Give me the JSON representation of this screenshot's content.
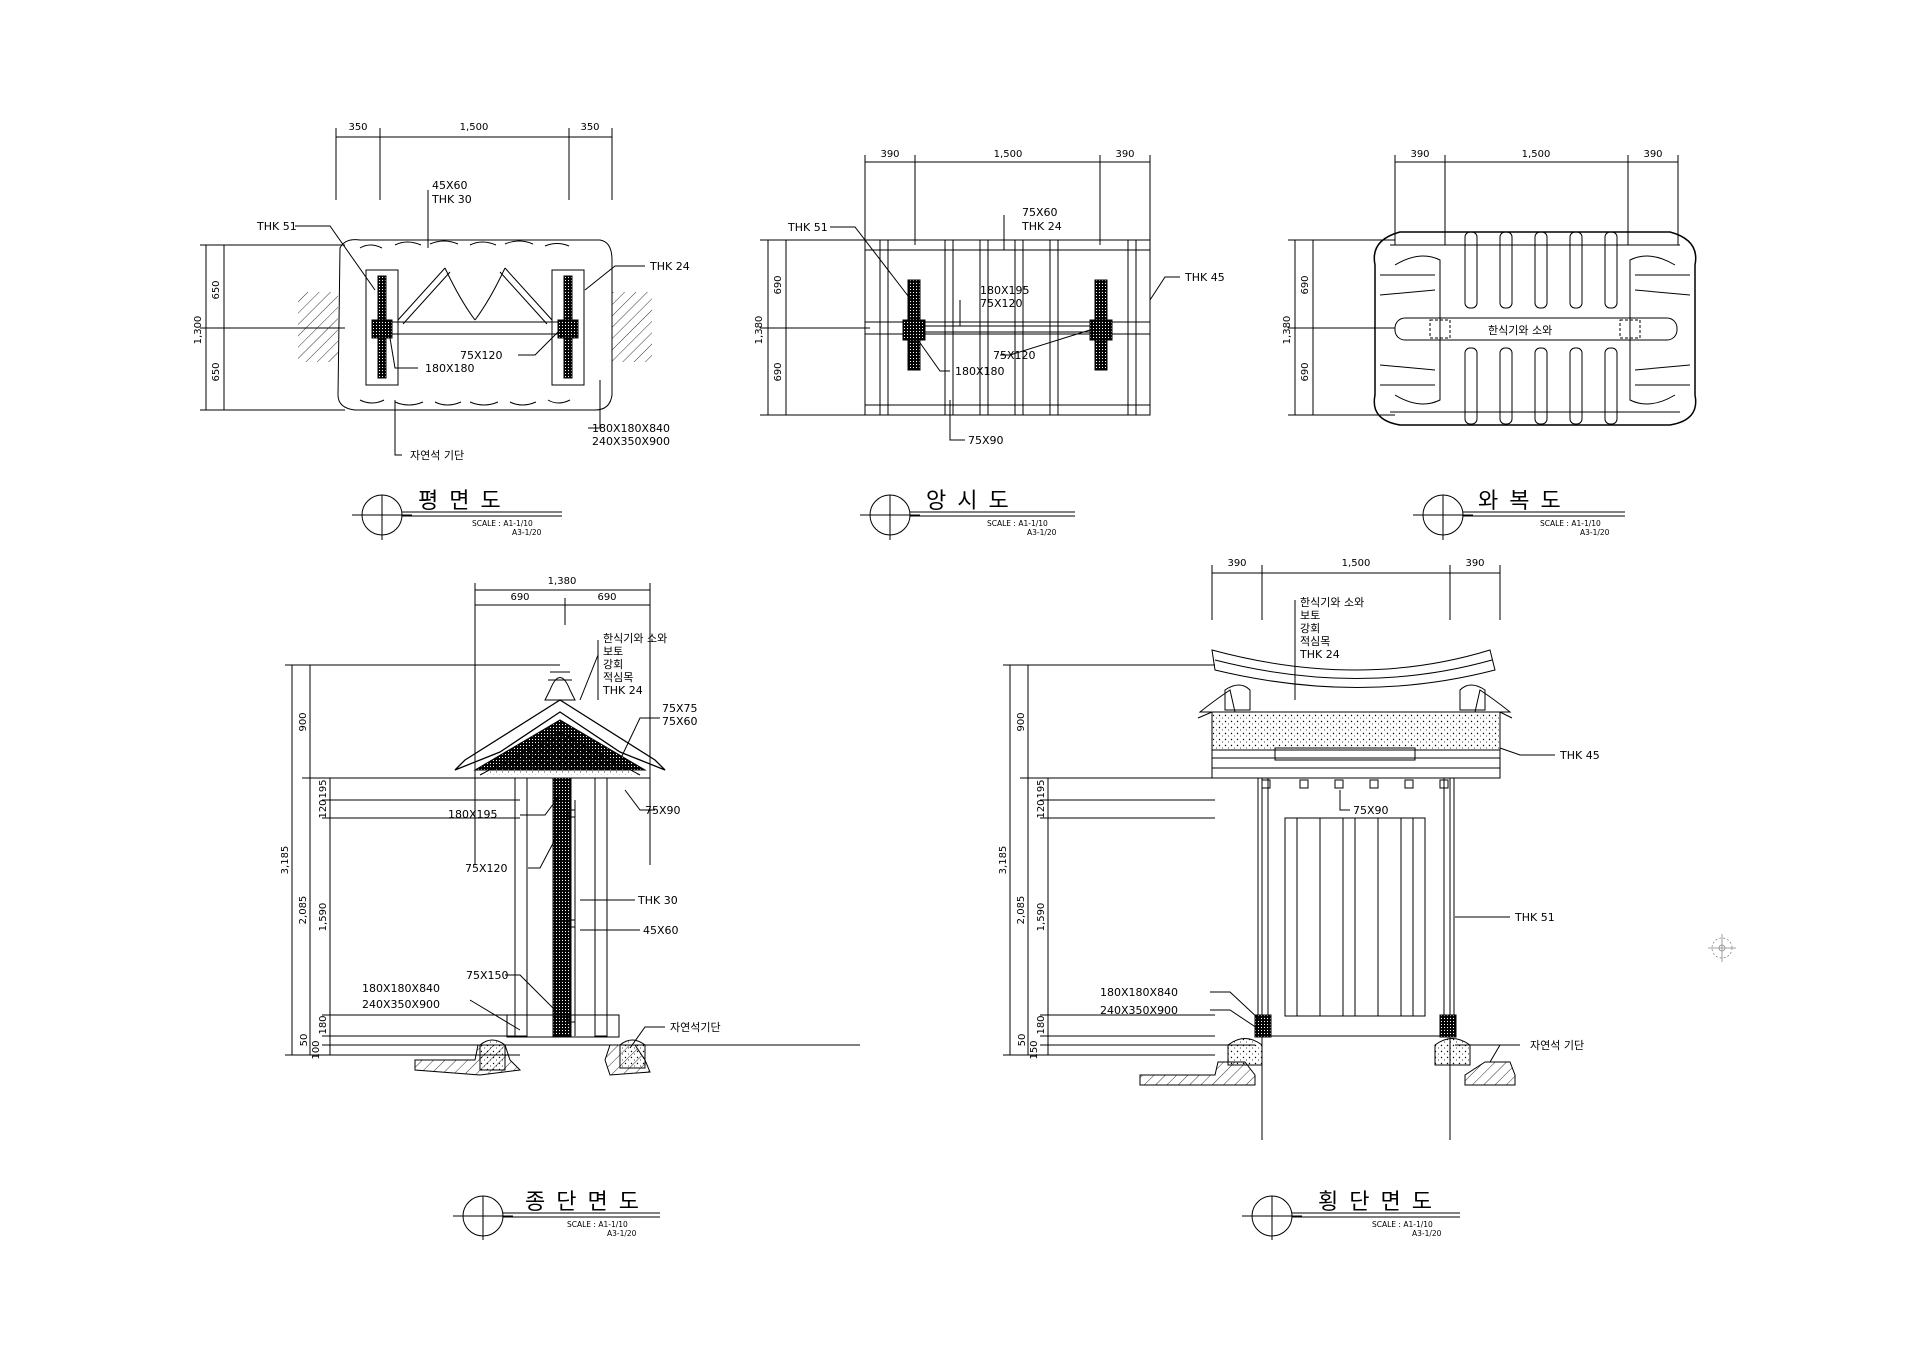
{
  "plan": {
    "dims_top": [
      "350",
      "1,500",
      "350"
    ],
    "dims_left": [
      "650",
      "650"
    ],
    "dim_total": "1,300",
    "labels": [
      "45X60",
      "THK 30",
      "THK 51",
      "THK 24",
      "75X120",
      "180X180",
      "180X180X840",
      "240X350X900",
      "자연석 기단"
    ],
    "title": "평 면 도",
    "scale_1": "SCALE : A1-1/10",
    "scale_2": "A3-1/20"
  },
  "framing": {
    "dims_top": [
      "390",
      "1,500",
      "390"
    ],
    "dims_left": [
      "690",
      "690"
    ],
    "dim_total": "1,380",
    "labels": [
      "75X60",
      "THK 24",
      "THK 51",
      "180X195",
      "75X120",
      "THK 45",
      "180X180",
      "75X120",
      "75X90"
    ],
    "title": "앙 시 도",
    "scale_1": "SCALE : A1-1/10",
    "scale_2": "A3-1/20"
  },
  "roof": {
    "dims_top": [
      "390",
      "1,500",
      "390"
    ],
    "dims_left": [
      "690",
      "690"
    ],
    "dim_total": "1,380",
    "labels": [
      "한식기와 소와"
    ],
    "title": "와 복 도",
    "scale_1": "SCALE : A1-1/10",
    "scale_2": "A3-1/20"
  },
  "long_section": {
    "dims_top_total": "1,380",
    "dims_top": [
      "690",
      "690"
    ],
    "dim_total": "3,185",
    "dims_left_a": [
      "900",
      "2,085"
    ],
    "dims_left_b": [
      "195",
      "120",
      "1,590",
      "180",
      "50",
      "100"
    ],
    "labels": [
      "한식기와 소와",
      "보토",
      "강회",
      "적심목",
      "THK 24",
      "75X75",
      "75X60",
      "180X195",
      "75X90",
      "75X120",
      "THK 30",
      "45X60",
      "75X150",
      "180X180X840",
      "240X350X900",
      "자연석기단"
    ],
    "title": "종 단 면 도",
    "scale_1": "SCALE : A1-1/10",
    "scale_2": "A3-1/20"
  },
  "cross_section": {
    "dims_top": [
      "390",
      "1,500",
      "390"
    ],
    "dim_total": "3,185",
    "dims_left_a": [
      "900",
      "2,085"
    ],
    "dims_left_b": [
      "195",
      "120",
      "1,590",
      "180",
      "50",
      "150"
    ],
    "labels": [
      "한식기와 소와",
      "보토",
      "강회",
      "적심목",
      "THK 24",
      "THK 45",
      "75X90",
      "THK 51",
      "180X180X840",
      "240X350X900",
      "자연석 기단"
    ],
    "title": "횡 단 면 도",
    "scale_1": "SCALE : A1-1/10",
    "scale_2": "A3-1/20"
  }
}
